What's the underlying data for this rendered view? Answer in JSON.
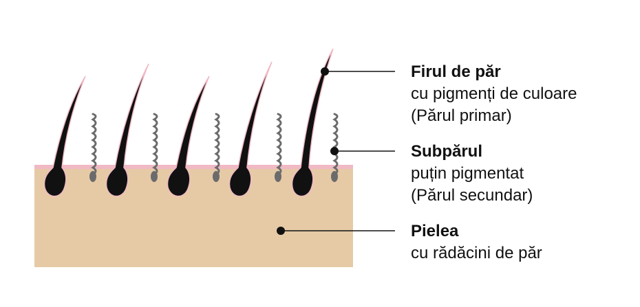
{
  "labels": {
    "hair": {
      "title": "Firul de păr",
      "line1": "cu pigmenți de culoare",
      "line2": "(Părul primar)"
    },
    "subhair": {
      "title": "Subpărul",
      "line1": "puțin pigmentat",
      "line2": "(Părul secundar)"
    },
    "skin": {
      "title": "Pielea",
      "line1": "cu rădăcini de păr"
    }
  },
  "colors": {
    "skin": "#E6CAA6",
    "skin_edge": "#F0B9C4",
    "primary_hair": "#111111",
    "secondary_hair": "#6B6B6B",
    "leader_line": "#111111",
    "text": "#111111"
  }
}
